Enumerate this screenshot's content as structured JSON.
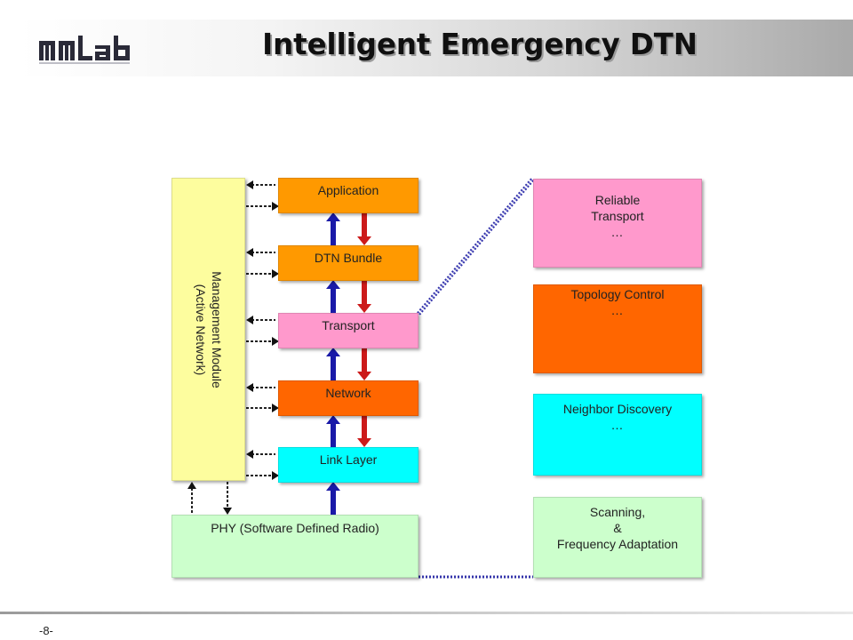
{
  "slide": {
    "title": "Intelligent Emergency DTN",
    "page_number": "-8-",
    "logo_text": "MMLab"
  },
  "stack": {
    "management": {
      "line1": "Management Module",
      "line2": "(Active Network)"
    },
    "layers": {
      "application": "Application",
      "dtn_bundle": "DTN Bundle",
      "transport": "Transport",
      "network": "Network",
      "link_layer": "Link Layer",
      "phy": "PHY (Software Defined Radio)"
    }
  },
  "functions": {
    "reliable": {
      "line1": "Reliable",
      "line2": "Transport",
      "line3": "…"
    },
    "topology": {
      "line1": "Topology Control",
      "line2": "…"
    },
    "neighbor": {
      "line1": "Neighbor Discovery",
      "line2": "…"
    },
    "scanning": {
      "line1": "Scanning,",
      "line2": "&",
      "line3": "Frequency Adaptation"
    }
  },
  "colors": {
    "orange": "#ff9900",
    "pink": "#ff99cc",
    "dark_orange": "#ff6600",
    "cyan": "#00ffff",
    "light_green": "#ccffcc",
    "light_yellow": "#fdfd9e",
    "up_arrow": "#1a1aa8",
    "down_arrow": "#cc1a1a"
  }
}
